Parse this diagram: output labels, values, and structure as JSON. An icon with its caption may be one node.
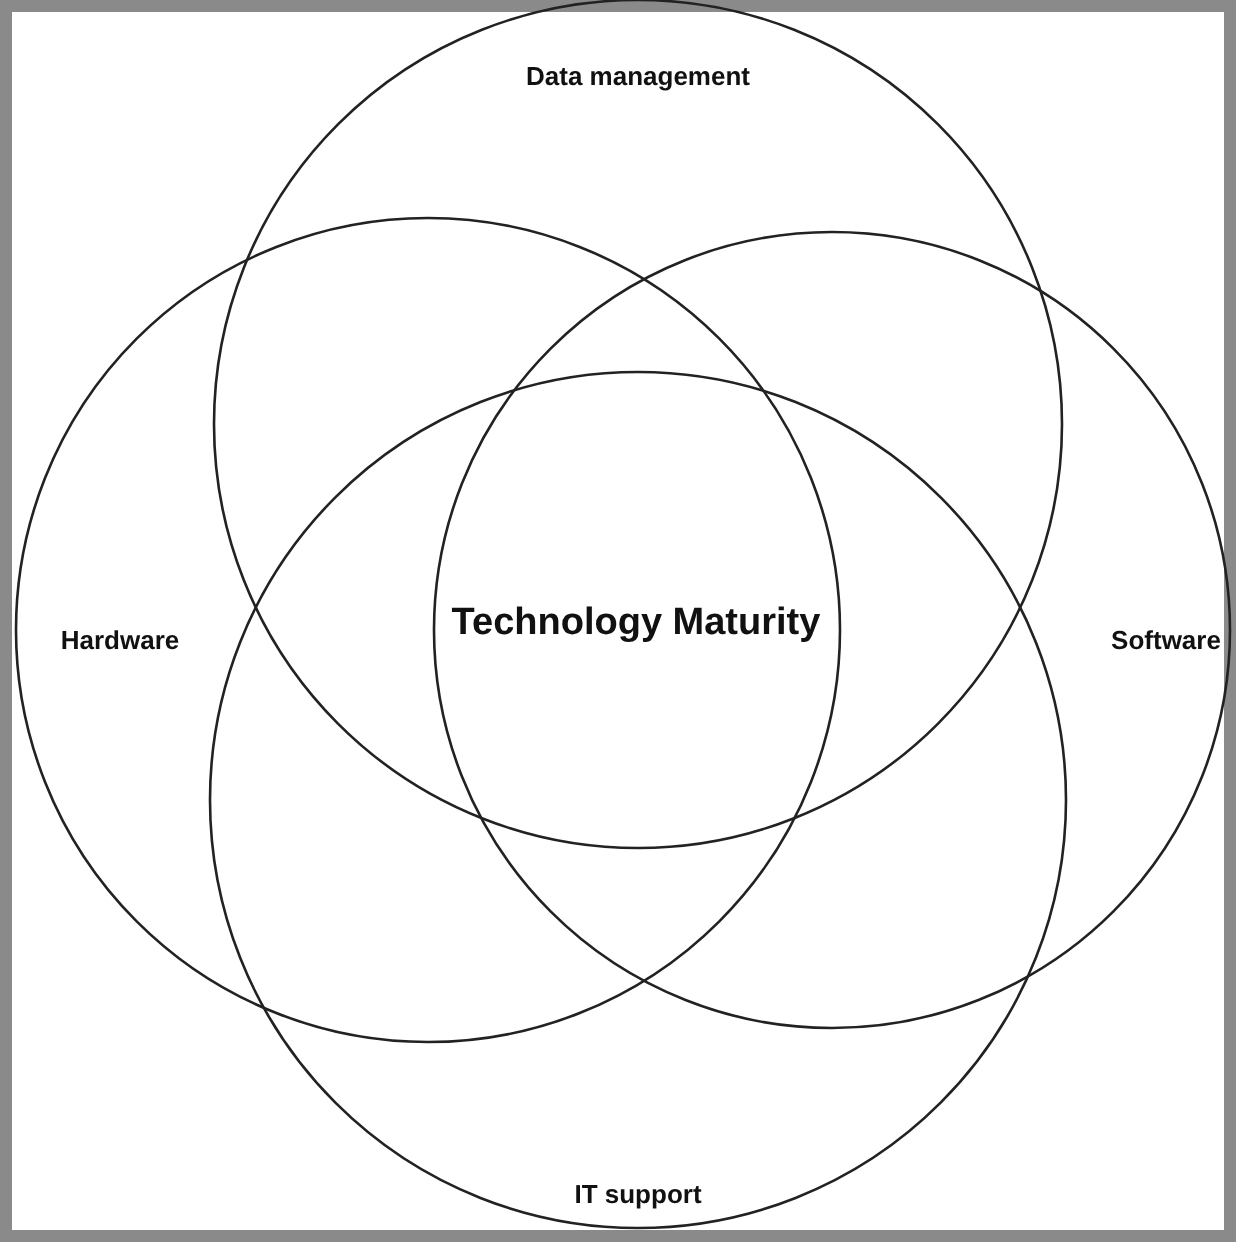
{
  "diagram": {
    "nodes": [
      {
        "text": [
          "Data management"
        ]
      },
      {
        "text": [
          "Hardware"
        ]
      },
      {
        "text": [
          "Software"
        ]
      },
      {
        "text": [
          "IT support"
        ]
      }
    ],
    "labels": [
      "Technology Maturity"
    ]
  }
}
